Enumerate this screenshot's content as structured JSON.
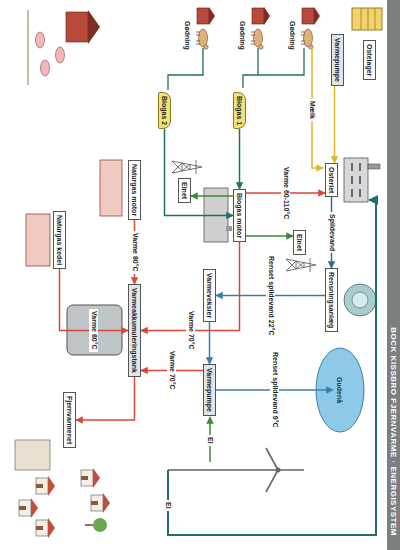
{
  "diagram": {
    "title": "BOCK KISSBRO FJERNVARME · ENERGISYSTEM",
    "nodes": [
      {
        "text": [
          "Ostelager"
        ]
      },
      {
        "text": [
          "Varmepumpe"
        ]
      },
      {
        "text": [
          "Osteriet"
        ]
      },
      {
        "text": [
          "Biogas 1"
        ]
      },
      {
        "text": [
          "Biogas 2"
        ]
      },
      {
        "text": [
          "Biogas motor"
        ]
      },
      {
        "text": [
          "Rensningsanlæg"
        ]
      },
      {
        "text": [
          "Gudenå"
        ]
      },
      {
        "text": [
          "Varmepumpe"
        ]
      },
      {
        "text": [
          "Varmeveksler"
        ]
      },
      {
        "text": [
          "Naturgas motor"
        ]
      },
      {
        "text": [
          "Naturgas kedel"
        ]
      },
      {
        "text": [
          "Varmeakkumuleringstank"
        ]
      },
      {
        "text": [
          "Fjernvarmenet"
        ]
      },
      {
        "text": [
          "Elnet"
        ]
      },
      {
        "text": [
          "Elnet"
        ]
      }
    ],
    "edges": [
      {
        "from": 1,
        "to": 2,
        "arrow": "to"
      },
      {
        "from": 5,
        "to": 2,
        "label": "Varme 60-110°C",
        "arrow": "to"
      },
      {
        "from": 3,
        "to": 5,
        "arrow": "to"
      },
      {
        "from": 4,
        "to": 5,
        "arrow": "to"
      },
      {
        "from": 5,
        "to": 14,
        "arrow": "to"
      },
      {
        "from": 5,
        "to": 15,
        "arrow": "to"
      },
      {
        "from": 2,
        "to": 6,
        "label": "Spildevand",
        "arrow": "to"
      },
      {
        "from": 6,
        "to": 9,
        "label": "Renset spildevand 22°C",
        "arrow": "to"
      },
      {
        "from": 8,
        "to": 7,
        "label": "Renset spildevand 9°C",
        "arrow": "to"
      },
      {
        "from": 9,
        "to": 8,
        "arrow": "to"
      },
      {
        "from": 8,
        "to": 12,
        "label": "Varme 70°C",
        "arrow": "to"
      },
      {
        "from": 5,
        "to": 12,
        "label": "Varme 70°C",
        "arrow": "to"
      },
      {
        "from": 10,
        "to": 12,
        "label": "Varme 80°C",
        "arrow": "to"
      },
      {
        "from": 11,
        "to": 12,
        "label": "Varme 80°C",
        "arrow": "to"
      },
      {
        "from": 12,
        "to": 13,
        "arrow": "to"
      }
    ],
    "labels": [
      "Gødning",
      "Gødning",
      "Gødning",
      "Mælk",
      "El",
      "El"
    ]
  }
}
